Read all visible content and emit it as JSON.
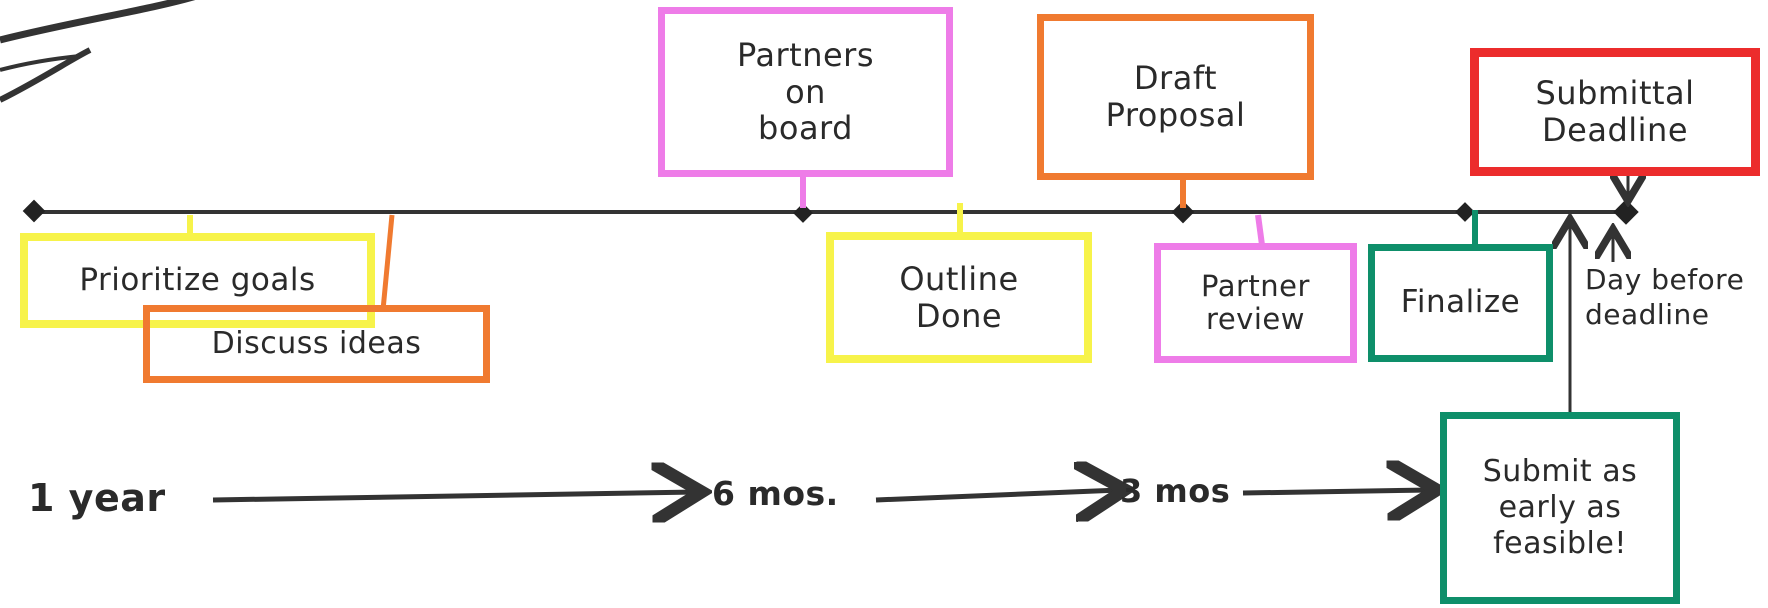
{
  "colors": {
    "ink": "#333333",
    "pink": "#ee7ce8",
    "orange": "#f07a30",
    "red": "#ec2c2c",
    "yellow": "#f7f34a",
    "green": "#0e8f6a"
  },
  "milestones_above": {
    "partners_on_board": "Partners\non\nboard",
    "draft_proposal": "Draft\nProposal",
    "submittal_deadline": "Submittal\nDeadline"
  },
  "tasks_below": {
    "prioritize_goals": "Prioritize goals",
    "discuss_ideas": "Discuss ideas",
    "outline_done": "Outline\nDone",
    "partner_review": "Partner\nreview",
    "finalize": "Finalize"
  },
  "notes": {
    "day_before_deadline": "Day before\ndeadline",
    "submit_early": "Submit as\nearly as\nfeasible!"
  },
  "time_scale": {
    "one_year": "1 year",
    "six_months": "6 mos.",
    "three_months": "3 mos"
  }
}
